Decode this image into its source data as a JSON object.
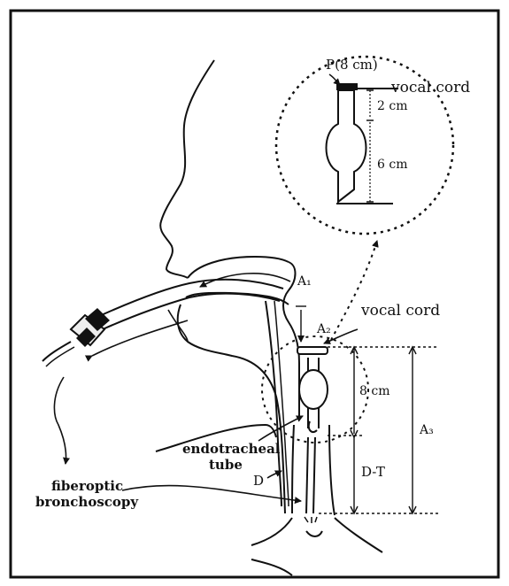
{
  "figure": {
    "labels": {
      "p_label": "P(8 cm)",
      "inset_vocal_cord": "vocal cord",
      "inset_2cm": "2 cm",
      "inset_6cm": "6 cm",
      "a1": "A₁",
      "a2": "A₂",
      "vocal_cord": "vocal cord",
      "eight_cm": "8 cm",
      "a3": "A₃",
      "endotracheal_line1": "endotracheal",
      "endotracheal_line2": "tube",
      "d": "D",
      "d_t": "D-T",
      "fiberoptic_line1": "fiberoptic",
      "fiberoptic_line2": "bronchoscopy"
    }
  }
}
